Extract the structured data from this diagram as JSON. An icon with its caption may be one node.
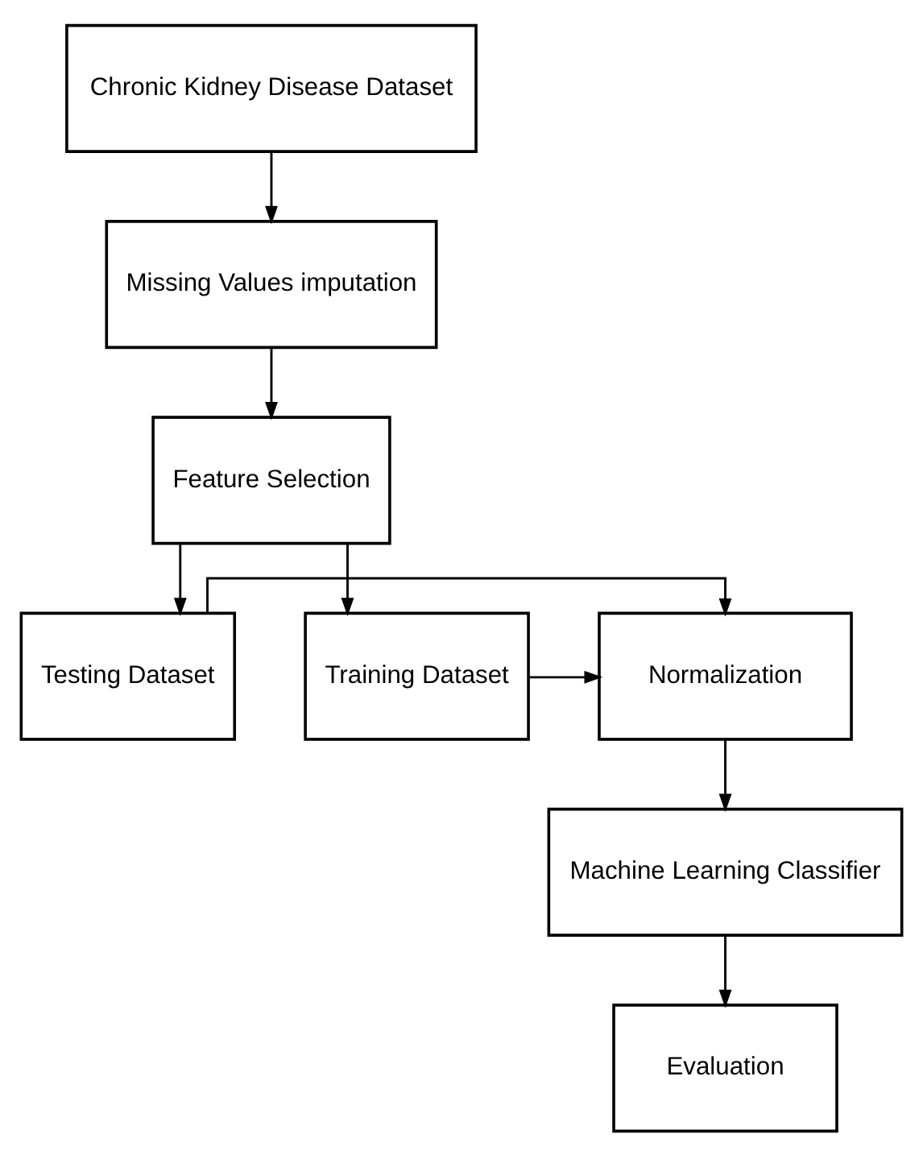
{
  "diagram": {
    "nodes": [
      {
        "text": [
          "Chronic Kidney Disease Dataset"
        ]
      },
      {
        "text": [
          "Missing Values imputation"
        ]
      },
      {
        "text": [
          "Feature Selection"
        ]
      },
      {
        "text": [
          "Testing Dataset"
        ]
      },
      {
        "text": [
          "Normalization"
        ]
      },
      {
        "text": [
          "Training Dataset"
        ]
      },
      {
        "text": [
          "Machine Learning Classifier"
        ]
      },
      {
        "text": [
          "Evaluation"
        ]
      }
    ],
    "edges": [
      {
        "from": 0,
        "to": 1,
        "arrow": "to"
      },
      {
        "from": 1,
        "to": 2,
        "arrow": "to"
      },
      {
        "from": 2,
        "to": 3,
        "arrow": "to"
      },
      {
        "from": 2,
        "to": 5,
        "arrow": "to"
      },
      {
        "from": 3,
        "to": 4,
        "arrow": "to"
      },
      {
        "from": 5,
        "to": 4,
        "arrow": "to"
      },
      {
        "from": 4,
        "to": 6,
        "arrow": "to"
      },
      {
        "from": 6,
        "to": 7,
        "arrow": "to"
      }
    ]
  }
}
